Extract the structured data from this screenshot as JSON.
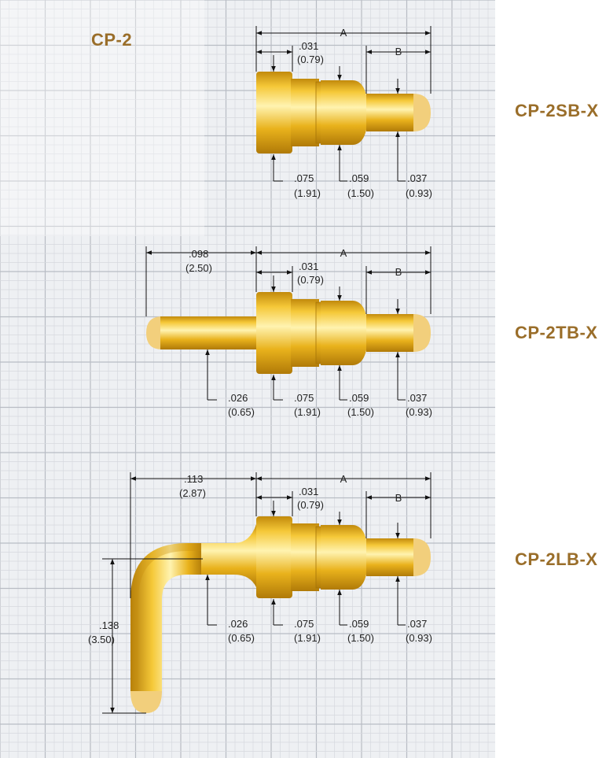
{
  "title": "CP-2",
  "colors": {
    "grid_bg": "#eef0f3",
    "grid_major": "#b8bcc4",
    "grid_minor": "#d6d9de",
    "gold_dark": "#b8860b",
    "gold_mid": "#e8b317",
    "gold_light": "#fff1a8",
    "tip": "#f2cf7c",
    "label": "#9a6e2a"
  },
  "common": {
    "dim_a": "A",
    "dim_b": "B",
    "d031_in": ".031",
    "d031_mm": "(0.79)",
    "d075_in": ".075",
    "d075_mm": "(1.91)",
    "d059_in": ".059",
    "d059_mm": "(1.50)",
    "d037_in": ".037",
    "d037_mm": "(0.93)"
  },
  "variants": [
    {
      "name": "CP-2SB-X"
    },
    {
      "name": "CP-2TB-X",
      "tail_len_in": ".098",
      "tail_len_mm": "(2.50)",
      "tail_dia_in": ".026",
      "tail_dia_mm": "(0.65)"
    },
    {
      "name": "CP-2LB-X",
      "tail_len_in": ".113",
      "tail_len_mm": "(2.87)",
      "tail_dia_in": ".026",
      "tail_dia_mm": "(0.65)",
      "drop_in": ".138",
      "drop_mm": "(3.50)"
    }
  ]
}
